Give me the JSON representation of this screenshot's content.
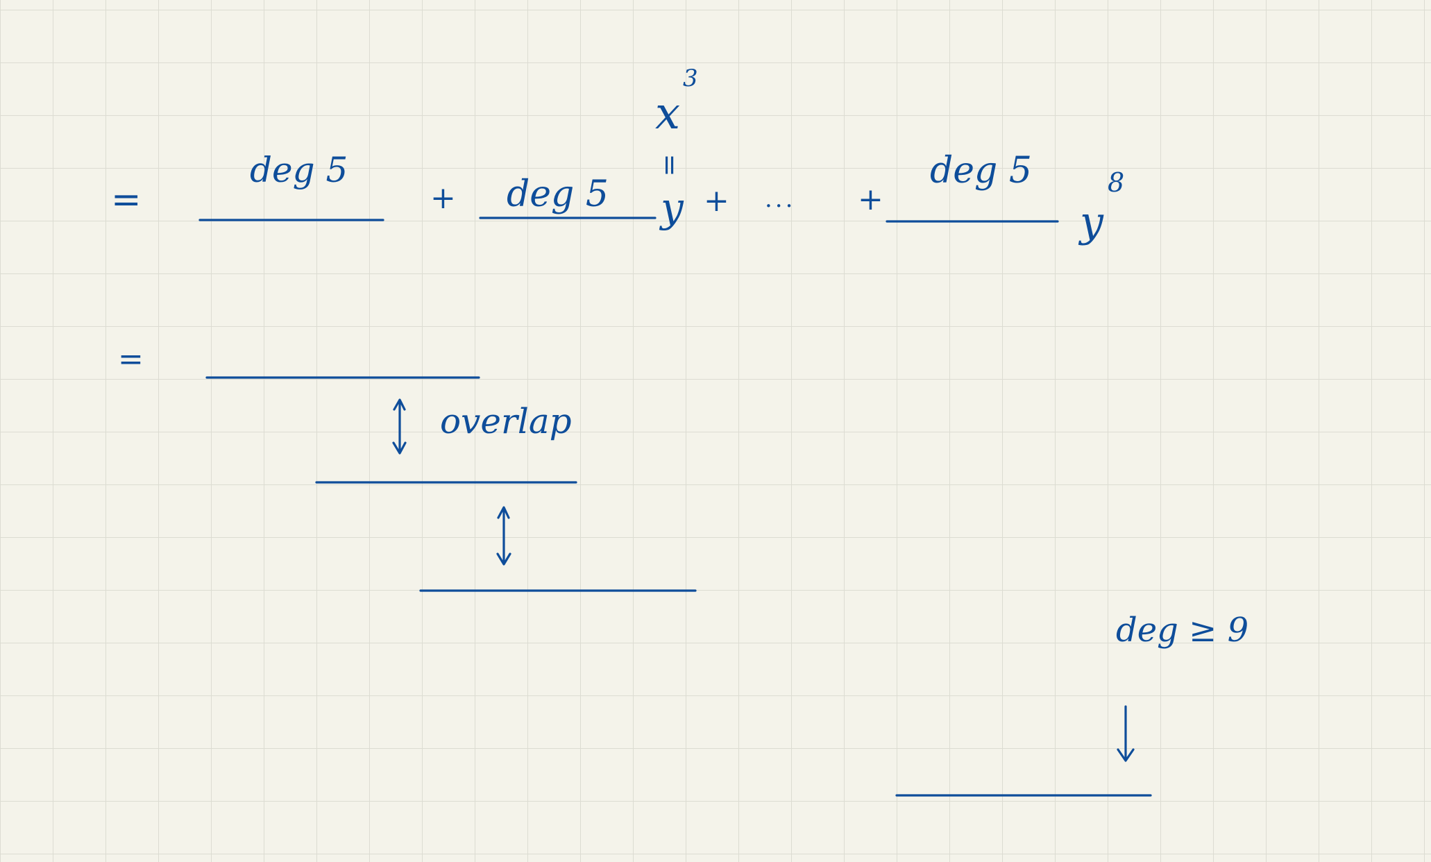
{
  "ink_color": "#0e4d9a",
  "paper_color": "#f4f3ea",
  "grid_color": "#dcdcd2",
  "line1": {
    "equals": "=",
    "term1_degree": "deg 5",
    "plus1": "+",
    "term2_degree": "deg 5",
    "x_power_base": "x",
    "x_power_exp": "3",
    "equal_sign_vertical": "=",
    "y_var": "y",
    "plus2": "+",
    "ellipsis": "...",
    "plus3": "+",
    "term3_degree": "deg 5",
    "y_var_last": "y",
    "y_exp_last": "8"
  },
  "line2": {
    "equals": "=",
    "overlap_label": "overlap"
  },
  "note": {
    "degree": "deg ≥ 9"
  }
}
